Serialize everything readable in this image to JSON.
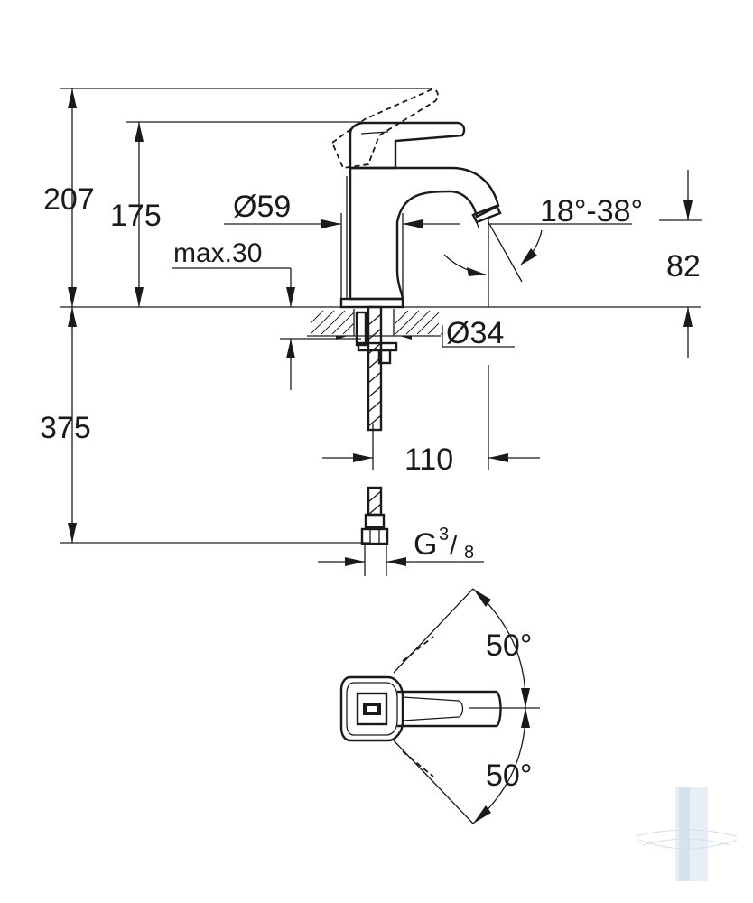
{
  "dimensions": {
    "overall_height": "207",
    "lever_height": "175",
    "body_diameter": "Ø59",
    "max_thickness": "max.30",
    "aerator_angle": "18°-38°",
    "spout_height": "82",
    "hole_diameter": "Ø34",
    "hose_length": "375",
    "spout_reach": "110",
    "connection_thread": "G",
    "thread_numerator": "3",
    "thread_denominator": "8",
    "rotation_angle_top": "50°",
    "rotation_angle_bottom": "50°"
  },
  "colors": {
    "line": "#1a1a1a",
    "watermark": "#9bb0c4"
  },
  "icons": {
    "watermark": "vanna-logo-icon"
  }
}
